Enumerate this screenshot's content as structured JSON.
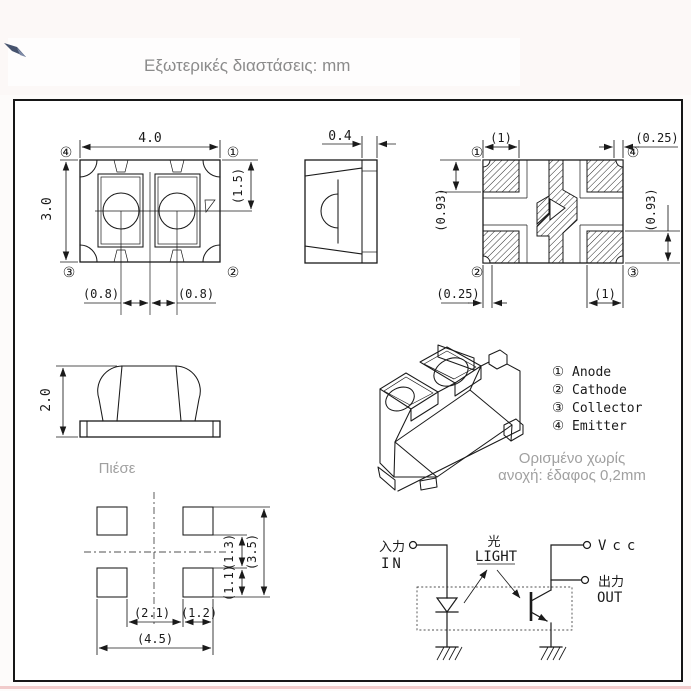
{
  "page": {
    "title": "Εξωτερικές διαστάσεις: mm"
  },
  "front_view": {
    "dim_width": "4.0",
    "dim_height": "3.0",
    "dim_lens_center": "(1.5)",
    "dim_pitch_left": "(0.8)",
    "dim_pitch_right": "(0.8)",
    "pin_top_left": "④",
    "pin_top_right": "①",
    "pin_bottom_left": "③",
    "pin_bottom_right": "②"
  },
  "side_view": {
    "dim_terminal": "0.4"
  },
  "bottom_view": {
    "dim_pad_top": "(1)",
    "dim_notch_top": "(0.25)",
    "dim_pad_left": "(0.93)",
    "dim_pad_right": "(0.93)",
    "dim_notch_bottom": "(0.25)",
    "dim_pad_bottom": "(1)",
    "pin_top_left": "①",
    "pin_top_right": "④",
    "pin_bottom_left": "②",
    "pin_bottom_right": "③"
  },
  "elevation_view": {
    "dim_height": "2.0",
    "caption": "Πιέσε"
  },
  "perspective_view": {
    "note_line1": "Ορισμένο χωρίς",
    "note_line2": "ανοχή: έδαφος 0,2mm"
  },
  "land_pattern": {
    "dim_gap_h": "(2.1)",
    "dim_pad_w": "(1.2)",
    "dim_total_w": "(4.5)",
    "dim_gap_v": "(1.3)",
    "dim_pad_h": "(1.1)",
    "dim_total_h": "(3.5)"
  },
  "legend": {
    "items": [
      {
        "num": "①",
        "label": "Anode"
      },
      {
        "num": "②",
        "label": "Cathode"
      },
      {
        "num": "③",
        "label": "Collector"
      },
      {
        "num": "④",
        "label": "Emitter"
      }
    ]
  },
  "circuit": {
    "input_jp": "入力",
    "input_en": "IN",
    "light_jp": "光",
    "light_en": "LIGHT",
    "vcc": "Vcc",
    "output_jp": "出力",
    "output_en": "OUT"
  }
}
